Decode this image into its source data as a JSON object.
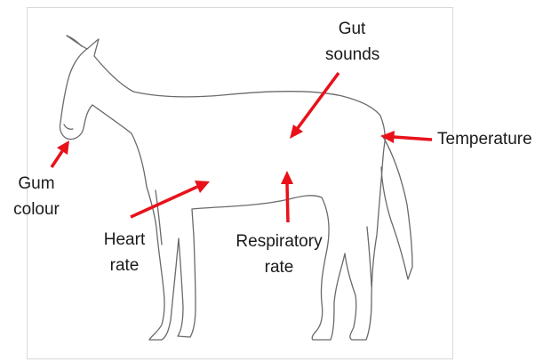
{
  "labels": {
    "gut_sounds": [
      "Gut",
      "sounds"
    ],
    "temperature": [
      "Temperature"
    ],
    "gum_colour": [
      "Gum",
      "colour"
    ],
    "heart_rate": [
      "Heart",
      "rate"
    ],
    "respiratory_rate": [
      "Respiratory",
      "rate"
    ]
  },
  "colors": {
    "arrow": "#e8111a",
    "outline": "#6a6a6a",
    "text": "#1a1a1a"
  }
}
